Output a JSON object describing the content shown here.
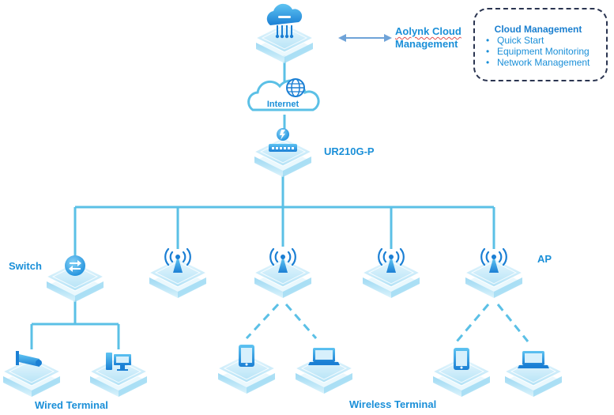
{
  "cloud": {
    "service_name": "Aolynk Cloud",
    "service_suffix": "Management"
  },
  "cloud_management": {
    "title": "Cloud Management",
    "items": [
      "Quick Start",
      "Equipment Monitoring",
      "Network Management"
    ]
  },
  "internet": {
    "label": "Internet"
  },
  "router": {
    "label": "UR210G-P"
  },
  "switch": {
    "label": "Switch"
  },
  "ap": {
    "label": "AP"
  },
  "terminals": {
    "wired_label": "Wired Terminal",
    "wireless_label": "Wireless Terminal"
  },
  "icons": {
    "cloud": "cloud-server-icon",
    "globe": "globe-icon",
    "router": "router-icon",
    "lightning": "lightning-badge-icon",
    "switch": "switch-arrows-icon",
    "ap": "wireless-ap-icon",
    "camera": "camera-icon",
    "desktop": "desktop-pc-icon",
    "tablet": "tablet-icon",
    "laptop": "laptop-icon"
  },
  "colors": {
    "accent": "#1a8fd8",
    "line": "#5bc0e6",
    "platform": "#bfe8f8",
    "box_border": "#2a3450"
  }
}
